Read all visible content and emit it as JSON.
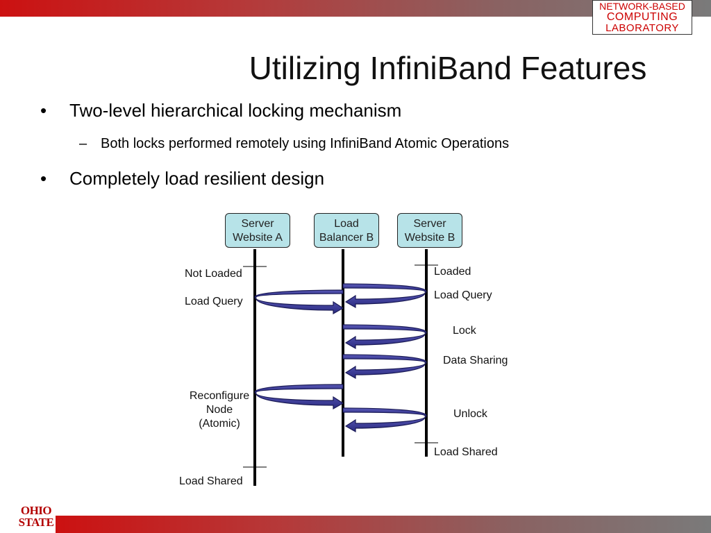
{
  "header": {
    "lab_logo": [
      "NETWORK-BASED",
      "COMPUTING",
      "LABORATORY"
    ],
    "title": "Utilizing InfiniBand Features"
  },
  "bullets": [
    {
      "marker": "•",
      "text": "Two-level hierarchical locking mechanism"
    },
    {
      "marker": "–",
      "text": "Both locks performed remotely using InfiniBand Atomic Operations"
    },
    {
      "marker": "•",
      "text": "Completely load resilient design"
    }
  ],
  "diagram": {
    "nodes": [
      {
        "line1": "Server",
        "line2": "Website A"
      },
      {
        "line1": "Load",
        "line2": "Balancer B"
      },
      {
        "line1": "Server",
        "line2": "Website B"
      }
    ],
    "labels": {
      "not_loaded": "Not Loaded",
      "load_query_a": "Load Query",
      "reconfigure": [
        "Reconfigure",
        "Node",
        "(Atomic)"
      ],
      "load_shared_a": "Load Shared",
      "loaded": "Loaded",
      "load_query_b": "Load Query",
      "lock": "Lock",
      "data_sharing": "Data Sharing",
      "unlock": "Unlock",
      "load_shared_b": "Load Shared"
    },
    "colors": {
      "node_fill": "#b7e3e8",
      "arrow_fill": "#3b3b9c",
      "line": "#000000"
    }
  },
  "footer": {
    "logo": [
      "OHIO",
      "STATE"
    ]
  }
}
